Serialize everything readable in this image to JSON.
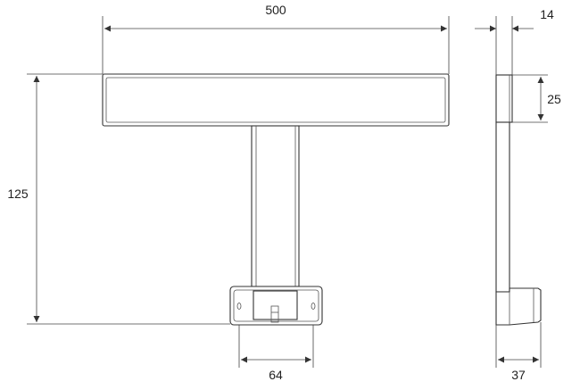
{
  "dimensions": {
    "width_label": "500",
    "height_label": "125",
    "base_width_label": "64",
    "depth_label": "14",
    "bar_height_label": "25",
    "base_depth_label": "37"
  },
  "colors": {
    "line": "#333333",
    "background": "#ffffff"
  }
}
